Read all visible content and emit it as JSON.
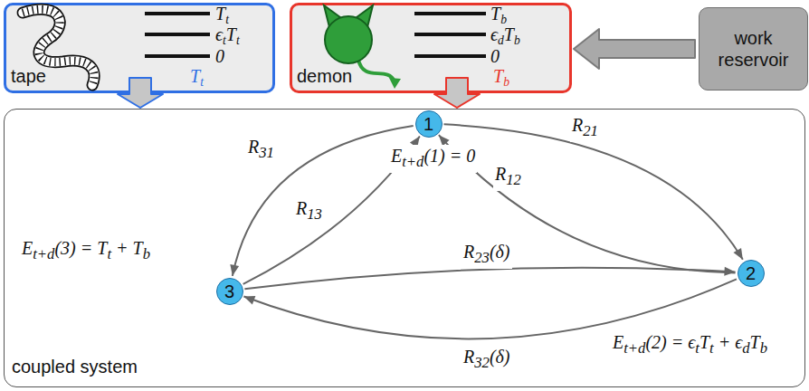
{
  "diagram": {
    "nodes": [
      {
        "text": [
          "Tt",
          "ϵtTt",
          "0",
          "tape",
          "Tt"
        ]
      },
      {
        "text": [
          "Tb",
          "ϵdTb",
          "0",
          "demon",
          "Tb"
        ]
      },
      {
        "text": [
          "work reservoir"
        ]
      },
      {
        "text": [
          "coupled system"
        ]
      },
      {
        "text": [
          "1"
        ],
        "in": 3
      },
      {
        "text": [
          "2"
        ],
        "in": 3
      },
      {
        "text": [
          "3"
        ],
        "in": 3
      }
    ],
    "edges": [
      {
        "from": 4,
        "to": 6,
        "label": "R31",
        "arrow": "to"
      },
      {
        "from": 6,
        "to": 4,
        "label": "R13",
        "arrow": "to"
      },
      {
        "from": 4,
        "to": 5,
        "label": "R21",
        "arrow": "to"
      },
      {
        "from": 5,
        "to": 4,
        "label": "R12",
        "arrow": "to"
      },
      {
        "from": 6,
        "to": 5,
        "label": "R23(δ)",
        "arrow": "to"
      },
      {
        "from": 5,
        "to": 6,
        "label": "R32(δ)",
        "arrow": "to"
      }
    ],
    "labels": [
      "Et+d(1) = 0",
      "Et+d(3) = Tt + Tb",
      "Et+d(2) = ϵtTt + ϵdTb"
    ]
  }
}
